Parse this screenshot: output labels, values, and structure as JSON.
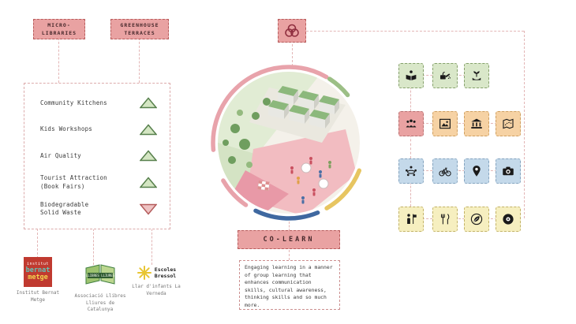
{
  "header": {
    "micro_libraries": "MICRO-\nLIBRARIES",
    "greenhouse_terraces": "GREENHOUSE\nTERRACES",
    "emblem": "colearn-emblem"
  },
  "impact_panel": {
    "items": [
      {
        "label": "Community Kitchens",
        "trend": "up"
      },
      {
        "label": "Kids Workshops",
        "trend": "up"
      },
      {
        "label": "Air Quality",
        "trend": "up"
      },
      {
        "label": "Tourist Attraction\n(Book Fairs)",
        "trend": "up"
      },
      {
        "label": "Biodegradable\nSolid Waste",
        "trend": "down"
      }
    ],
    "trend_colors": {
      "up": "#57804c",
      "down": "#b45b5b"
    }
  },
  "colearn": {
    "title": "CO-LEARN",
    "description": "Engaging learning in a manner of group learning that enhances communication skills, cultural awareness, thinking skills and so much more."
  },
  "diagram": {
    "ring_colors": {
      "pink": "#e8a3ab",
      "green": "#9cbf86",
      "yellow": "#e7c561",
      "blue": "#3f68a0"
    },
    "accent_pink": "#e9a2a2"
  },
  "icon_grid": {
    "rows": [
      {
        "theme": "green",
        "tile_color": "#d9e7c9",
        "icons": [
          "person-reading",
          "plant-watering",
          "hand-holding-plant"
        ]
      },
      {
        "theme": "red-orange",
        "tile_colors": [
          "#e9a2a2",
          "#f6d2a4",
          "#f6d2a4",
          "#f6d2a4"
        ],
        "icons": [
          "community-group",
          "art-frame",
          "museum",
          "map-route"
        ]
      },
      {
        "theme": "blue",
        "tile_color": "#c4d9ea",
        "icons": [
          "workshop-group",
          "bicycle",
          "location-pin",
          "camera"
        ]
      },
      {
        "theme": "yellow",
        "tile_color": "#f6efc0",
        "icons": [
          "tour-guide",
          "food-utensils",
          "organic-leaf",
          "transport-wheel"
        ]
      }
    ]
  },
  "partners": [
    {
      "logo_title": "institut",
      "logo_line2": "bernat",
      "logo_line3": "metge",
      "caption": "Institut Bernat\nMetge"
    },
    {
      "logo_title": "LLIBRES LLIURES",
      "caption": "Associació Llibres\nLliures de Catalunya"
    },
    {
      "logo_title": "Escoles\nBressol",
      "caption": "Llar d'infants La\nVerneda"
    }
  ]
}
